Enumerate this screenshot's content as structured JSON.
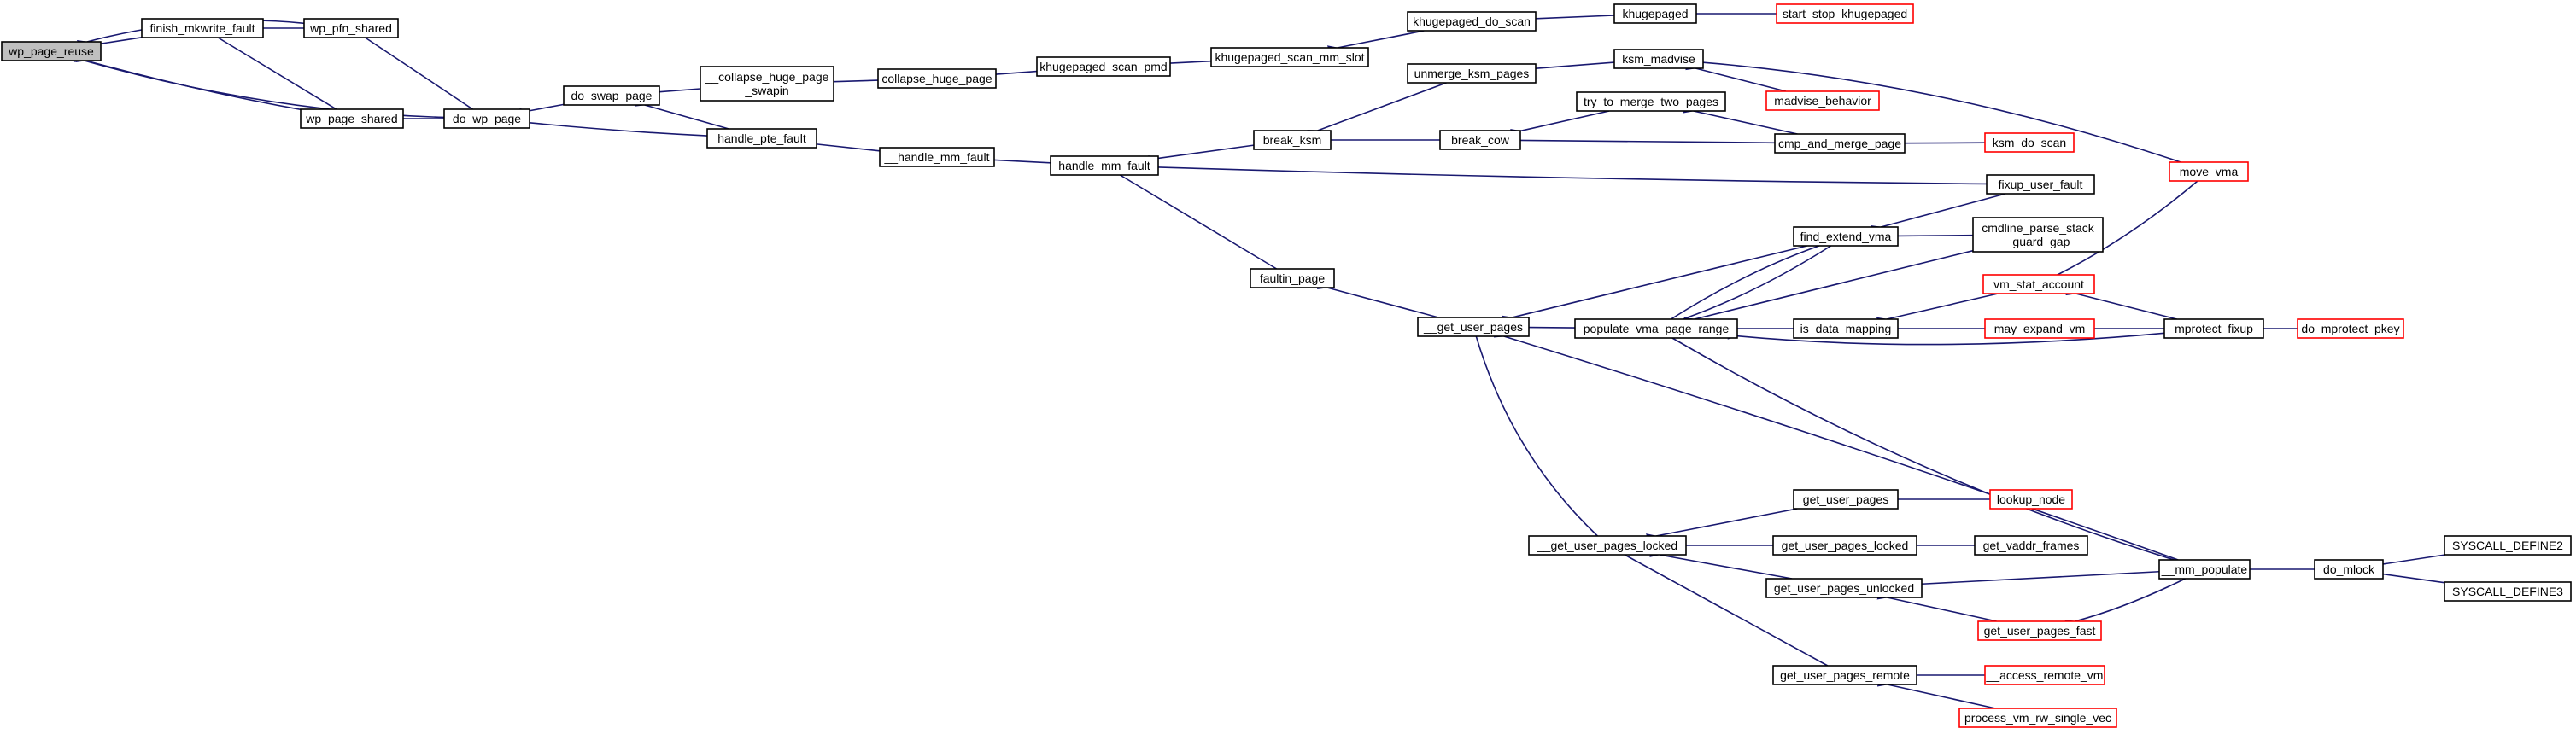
{
  "colors": {
    "edge": "#191970",
    "normal_border": "#000000",
    "truncated_border": "#ff0000",
    "root_fill": "#bfbfbf",
    "node_fill": "#ffffff"
  },
  "nodes": [
    {
      "id": "wp_page_reuse",
      "label": "wp_page_reuse",
      "style": "root"
    },
    {
      "id": "finish_mkwrite_fault",
      "label": "finish_mkwrite_fault",
      "style": "normal"
    },
    {
      "id": "wp_pfn_shared",
      "label": "wp_pfn_shared",
      "style": "normal"
    },
    {
      "id": "wp_page_shared",
      "label": "wp_page_shared",
      "style": "normal"
    },
    {
      "id": "do_wp_page",
      "label": "do_wp_page",
      "style": "normal"
    },
    {
      "id": "do_swap_page",
      "label": "do_swap_page",
      "style": "normal"
    },
    {
      "id": "collapse_huge_page_swapin",
      "label": "__collapse_huge_page\n_swapin",
      "style": "normal"
    },
    {
      "id": "collapse_huge_page",
      "label": "collapse_huge_page",
      "style": "normal"
    },
    {
      "id": "khugepaged_scan_pmd",
      "label": "khugepaged_scan_pmd",
      "style": "normal"
    },
    {
      "id": "khugepaged_scan_mm_slot",
      "label": "khugepaged_scan_mm_slot",
      "style": "normal"
    },
    {
      "id": "khugepaged_do_scan",
      "label": "khugepaged_do_scan",
      "style": "normal"
    },
    {
      "id": "khugepaged",
      "label": "khugepaged",
      "style": "normal"
    },
    {
      "id": "start_stop_khugepaged",
      "label": "start_stop_khugepaged",
      "style": "truncated"
    },
    {
      "id": "handle_pte_fault",
      "label": "handle_pte_fault",
      "style": "normal"
    },
    {
      "id": "__handle_mm_fault",
      "label": "__handle_mm_fault",
      "style": "normal"
    },
    {
      "id": "handle_mm_fault",
      "label": "handle_mm_fault",
      "style": "normal"
    },
    {
      "id": "break_ksm",
      "label": "break_ksm",
      "style": "normal"
    },
    {
      "id": "unmerge_ksm_pages",
      "label": "unmerge_ksm_pages",
      "style": "normal"
    },
    {
      "id": "ksm_madvise",
      "label": "ksm_madvise",
      "style": "normal"
    },
    {
      "id": "madvise_behavior",
      "label": "madvise_behavior",
      "style": "truncated"
    },
    {
      "id": "move_vma",
      "label": "move_vma",
      "style": "truncated"
    },
    {
      "id": "break_cow",
      "label": "break_cow",
      "style": "normal"
    },
    {
      "id": "try_to_merge_two_pages",
      "label": "try_to_merge_two_pages",
      "style": "normal"
    },
    {
      "id": "cmp_and_merge_page",
      "label": "cmp_and_merge_page",
      "style": "normal"
    },
    {
      "id": "ksm_do_scan",
      "label": "ksm_do_scan",
      "style": "truncated"
    },
    {
      "id": "fixup_user_fault",
      "label": "fixup_user_fault",
      "style": "normal"
    },
    {
      "id": "faultin_page",
      "label": "faultin_page",
      "style": "normal"
    },
    {
      "id": "__get_user_pages",
      "label": "__get_user_pages",
      "style": "normal"
    },
    {
      "id": "find_extend_vma",
      "label": "find_extend_vma",
      "style": "normal"
    },
    {
      "id": "cmdline_parse_stack_guard_gap",
      "label": "cmdline_parse_stack\n_guard_gap",
      "style": "normal"
    },
    {
      "id": "vm_stat_account",
      "label": "vm_stat_account",
      "style": "truncated"
    },
    {
      "id": "populate_vma_page_range",
      "label": "populate_vma_page_range",
      "style": "normal"
    },
    {
      "id": "is_data_mapping",
      "label": "is_data_mapping",
      "style": "normal"
    },
    {
      "id": "may_expand_vm",
      "label": "may_expand_vm",
      "style": "truncated"
    },
    {
      "id": "mprotect_fixup",
      "label": "mprotect_fixup",
      "style": "normal"
    },
    {
      "id": "do_mprotect_pkey",
      "label": "do_mprotect_pkey",
      "style": "truncated"
    },
    {
      "id": "__get_user_pages_locked",
      "label": "__get_user_pages_locked",
      "style": "normal"
    },
    {
      "id": "get_user_pages",
      "label": "get_user_pages",
      "style": "normal"
    },
    {
      "id": "lookup_node",
      "label": "lookup_node",
      "style": "truncated"
    },
    {
      "id": "get_user_pages_locked",
      "label": "get_user_pages_locked",
      "style": "normal"
    },
    {
      "id": "get_vaddr_frames",
      "label": "get_vaddr_frames",
      "style": "normal"
    },
    {
      "id": "get_user_pages_unlocked",
      "label": "get_user_pages_unlocked",
      "style": "normal"
    },
    {
      "id": "get_user_pages_fast",
      "label": "get_user_pages_fast",
      "style": "truncated"
    },
    {
      "id": "get_user_pages_remote",
      "label": "get_user_pages_remote",
      "style": "normal"
    },
    {
      "id": "__access_remote_vm",
      "label": "__access_remote_vm",
      "style": "truncated"
    },
    {
      "id": "process_vm_rw_single_vec",
      "label": "process_vm_rw_single_vec",
      "style": "truncated"
    },
    {
      "id": "__mm_populate",
      "label": "__mm_populate",
      "style": "normal"
    },
    {
      "id": "do_mlock",
      "label": "do_mlock",
      "style": "normal"
    },
    {
      "id": "SYSCALL_DEFINE2",
      "label": "SYSCALL_DEFINE2",
      "style": "normal"
    },
    {
      "id": "SYSCALL_DEFINE3",
      "label": "SYSCALL_DEFINE3",
      "style": "normal"
    }
  ],
  "edges": [
    [
      "wp_page_reuse",
      "finish_mkwrite_fault"
    ],
    [
      "wp_page_reuse",
      "wp_pfn_shared"
    ],
    [
      "wp_page_reuse",
      "wp_page_shared"
    ],
    [
      "wp_page_reuse",
      "do_wp_page"
    ],
    [
      "finish_mkwrite_fault",
      "wp_pfn_shared"
    ],
    [
      "finish_mkwrite_fault",
      "wp_page_shared"
    ],
    [
      "wp_pfn_shared",
      "do_wp_page"
    ],
    [
      "wp_page_shared",
      "do_wp_page"
    ],
    [
      "do_wp_page",
      "do_swap_page"
    ],
    [
      "do_wp_page",
      "handle_pte_fault"
    ],
    [
      "do_swap_page",
      "collapse_huge_page_swapin"
    ],
    [
      "do_swap_page",
      "handle_pte_fault"
    ],
    [
      "collapse_huge_page_swapin",
      "collapse_huge_page"
    ],
    [
      "collapse_huge_page",
      "khugepaged_scan_pmd"
    ],
    [
      "khugepaged_scan_pmd",
      "khugepaged_scan_mm_slot"
    ],
    [
      "khugepaged_scan_mm_slot",
      "khugepaged_do_scan"
    ],
    [
      "khugepaged_do_scan",
      "khugepaged"
    ],
    [
      "khugepaged",
      "start_stop_khugepaged"
    ],
    [
      "handle_pte_fault",
      "__handle_mm_fault"
    ],
    [
      "__handle_mm_fault",
      "handle_mm_fault"
    ],
    [
      "handle_mm_fault",
      "break_ksm"
    ],
    [
      "handle_mm_fault",
      "fixup_user_fault"
    ],
    [
      "handle_mm_fault",
      "faultin_page"
    ],
    [
      "break_ksm",
      "unmerge_ksm_pages"
    ],
    [
      "break_ksm",
      "break_cow"
    ],
    [
      "unmerge_ksm_pages",
      "ksm_madvise"
    ],
    [
      "ksm_madvise",
      "madvise_behavior"
    ],
    [
      "ksm_madvise",
      "move_vma"
    ],
    [
      "break_cow",
      "try_to_merge_two_pages"
    ],
    [
      "break_cow",
      "cmp_and_merge_page"
    ],
    [
      "try_to_merge_two_pages",
      "cmp_and_merge_page"
    ],
    [
      "cmp_and_merge_page",
      "ksm_do_scan"
    ],
    [
      "faultin_page",
      "__get_user_pages"
    ],
    [
      "__get_user_pages",
      "find_extend_vma"
    ],
    [
      "__get_user_pages",
      "populate_vma_page_range"
    ],
    [
      "__get_user_pages",
      "__get_user_pages_locked"
    ],
    [
      "__get_user_pages",
      "__mm_populate"
    ],
    [
      "find_extend_vma",
      "fixup_user_fault"
    ],
    [
      "find_extend_vma",
      "cmdline_parse_stack_guard_gap"
    ],
    [
      "find_extend_vma",
      "populate_vma_page_range"
    ],
    [
      "populate_vma_page_range",
      "find_extend_vma"
    ],
    [
      "populate_vma_page_range",
      "cmdline_parse_stack_guard_gap"
    ],
    [
      "populate_vma_page_range",
      "is_data_mapping"
    ],
    [
      "populate_vma_page_range",
      "mprotect_fixup"
    ],
    [
      "populate_vma_page_range",
      "__mm_populate"
    ],
    [
      "is_data_mapping",
      "vm_stat_account"
    ],
    [
      "is_data_mapping",
      "may_expand_vm"
    ],
    [
      "vm_stat_account",
      "move_vma"
    ],
    [
      "vm_stat_account",
      "mprotect_fixup"
    ],
    [
      "may_expand_vm",
      "mprotect_fixup"
    ],
    [
      "mprotect_fixup",
      "do_mprotect_pkey"
    ],
    [
      "__get_user_pages_locked",
      "get_user_pages"
    ],
    [
      "__get_user_pages_locked",
      "get_user_pages_locked"
    ],
    [
      "__get_user_pages_locked",
      "get_user_pages_unlocked"
    ],
    [
      "__get_user_pages_locked",
      "get_user_pages_remote"
    ],
    [
      "get_user_pages",
      "lookup_node"
    ],
    [
      "get_user_pages_locked",
      "get_vaddr_frames"
    ],
    [
      "get_user_pages_unlocked",
      "__mm_populate"
    ],
    [
      "get_user_pages_unlocked",
      "get_user_pages_fast"
    ],
    [
      "get_user_pages_fast",
      "__mm_populate"
    ],
    [
      "get_user_pages_remote",
      "__access_remote_vm"
    ],
    [
      "get_user_pages_remote",
      "process_vm_rw_single_vec"
    ],
    [
      "__mm_populate",
      "do_mlock"
    ],
    [
      "do_mlock",
      "SYSCALL_DEFINE2"
    ],
    [
      "do_mlock",
      "SYSCALL_DEFINE3"
    ]
  ]
}
